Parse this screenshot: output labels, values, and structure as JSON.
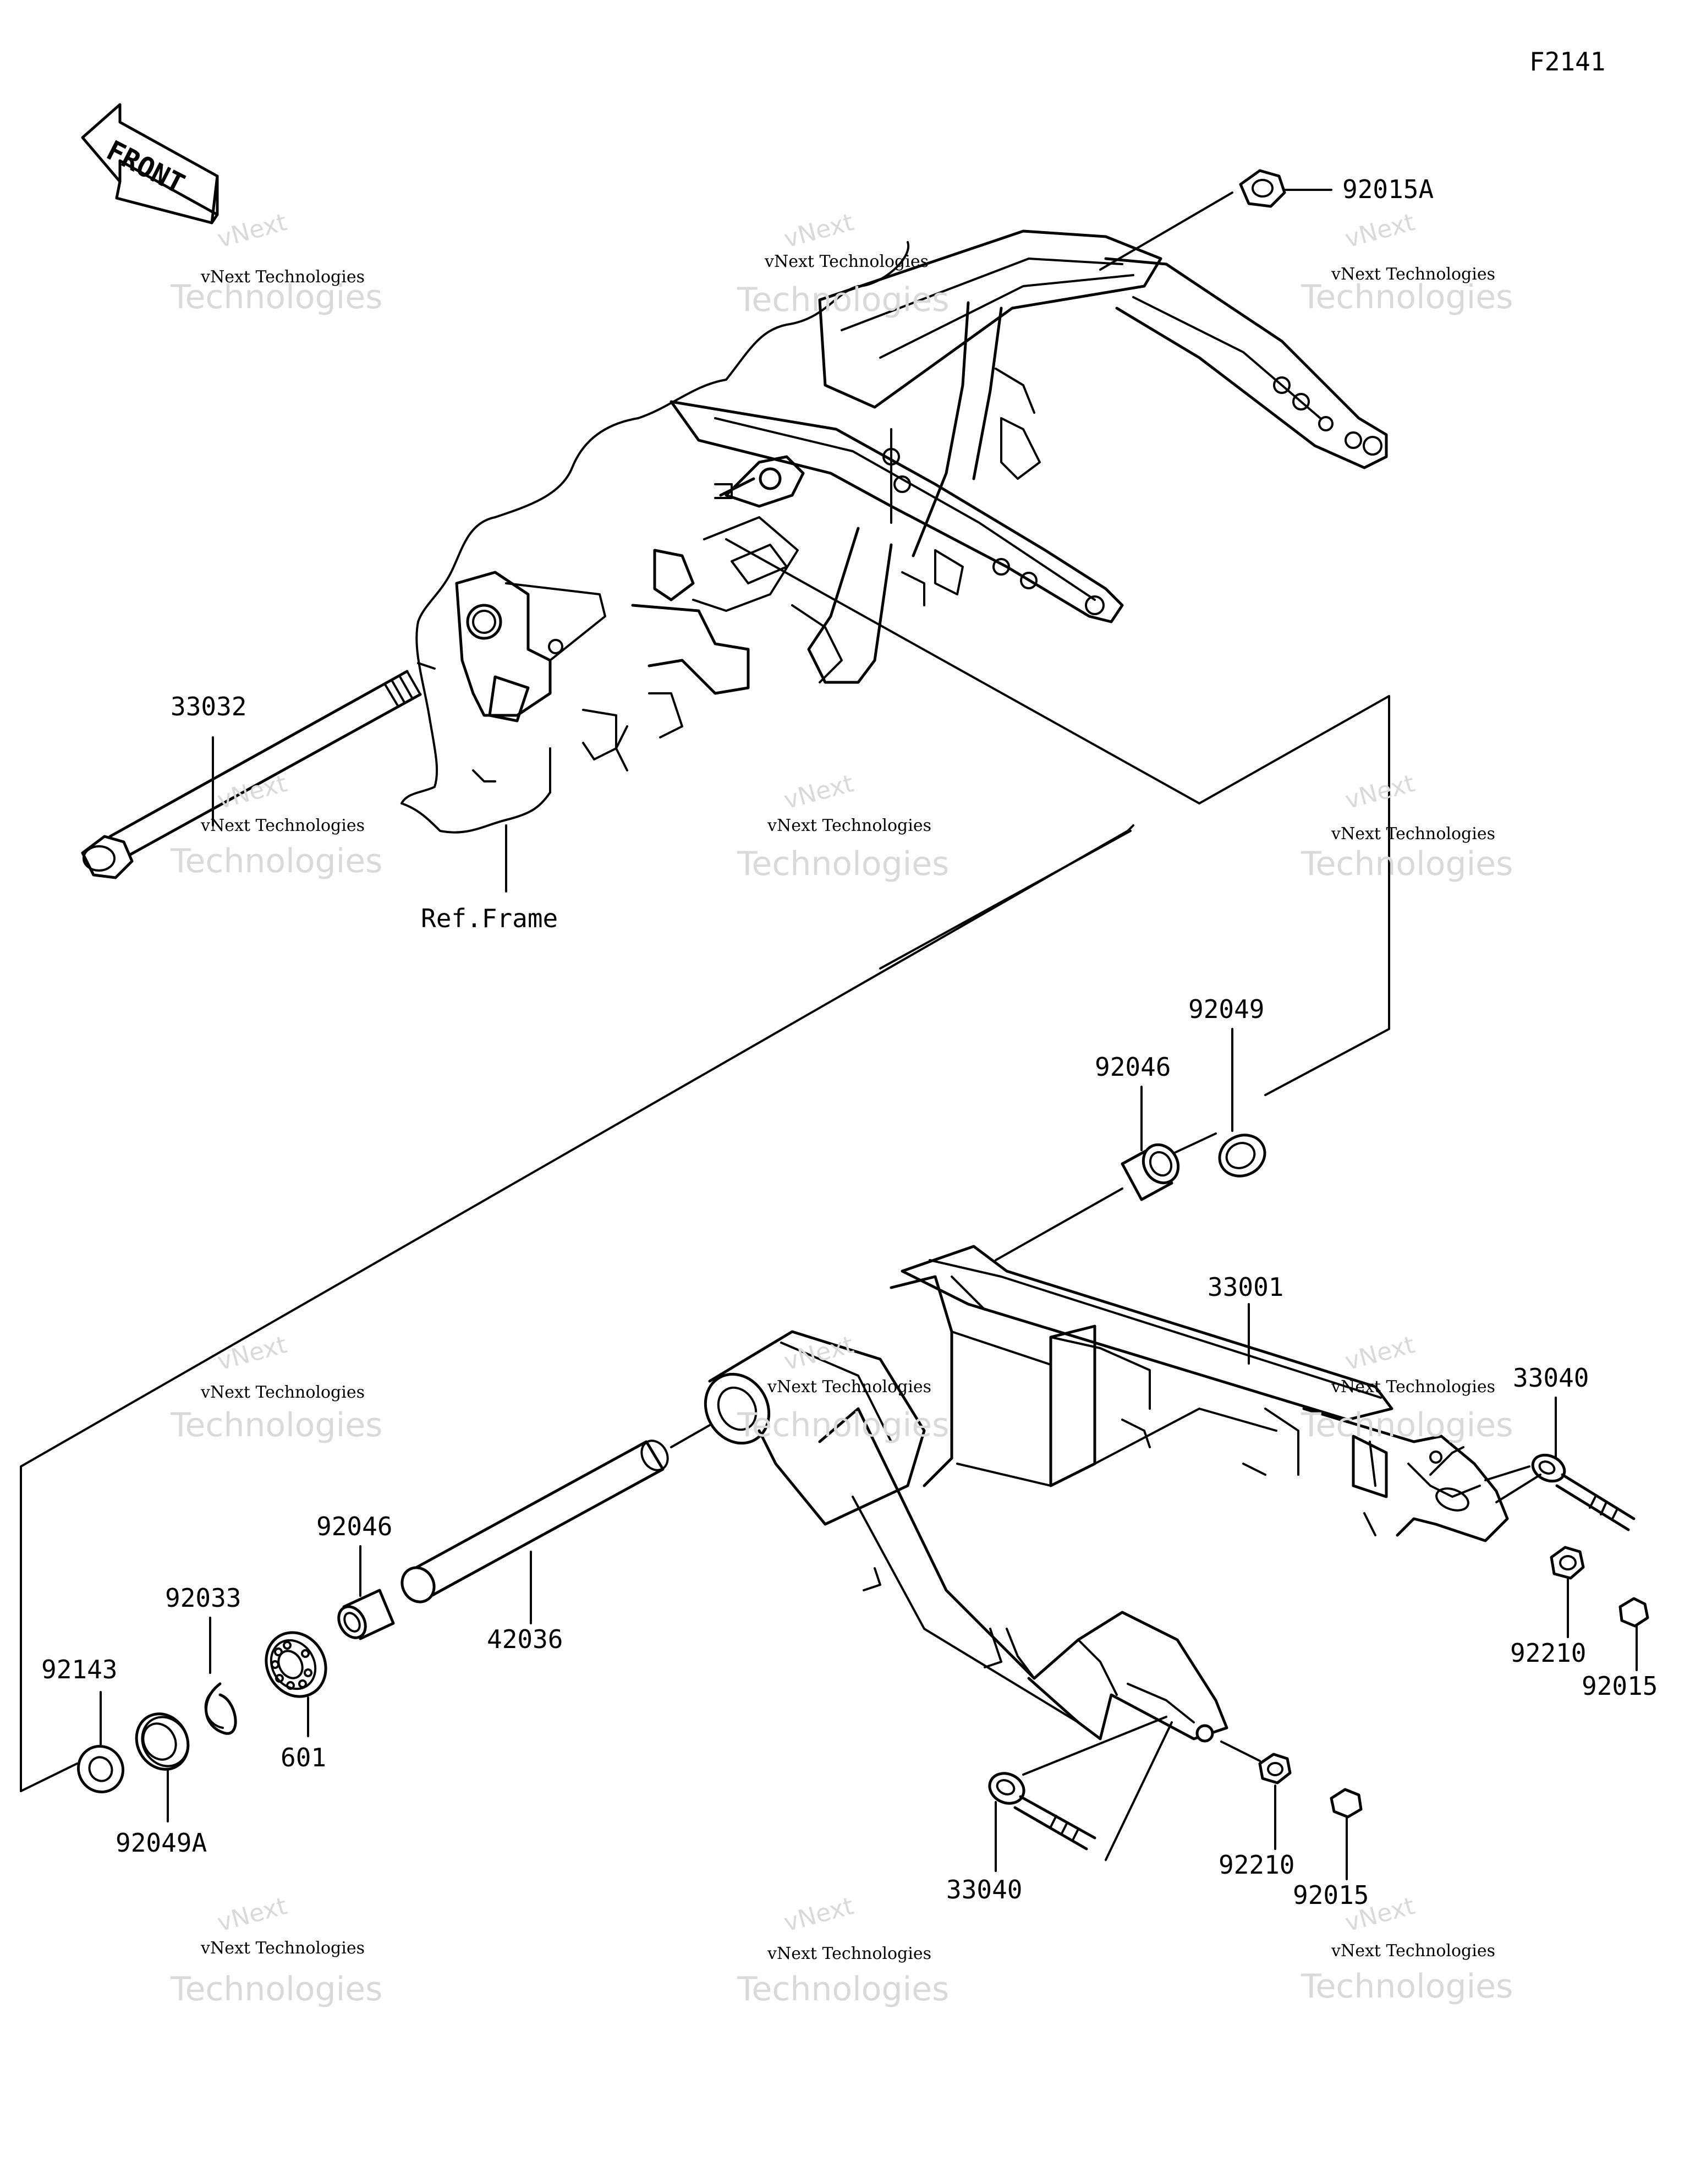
{
  "diagram_code": "F2141",
  "front_label": "FRONT",
  "ref_label": "Ref.Frame",
  "watermark": {
    "line1": "vNext Technologies",
    "line2": "Technologies",
    "line0": "vNext"
  },
  "parts": {
    "p92015A": "92015A",
    "p33032": "33032",
    "p92049": "92049",
    "p92046_top": "92046",
    "p33001": "33001",
    "p33040_right": "33040",
    "p92210_right": "92210",
    "p92015_right": "92015",
    "p92046_left": "92046",
    "p42036": "42036",
    "p92033": "92033",
    "p92143": "92143",
    "p601": "601",
    "p92049A": "92049A",
    "p33040_bottom": "33040",
    "p92210_bottom": "92210",
    "p92015_bottom": "92015"
  }
}
